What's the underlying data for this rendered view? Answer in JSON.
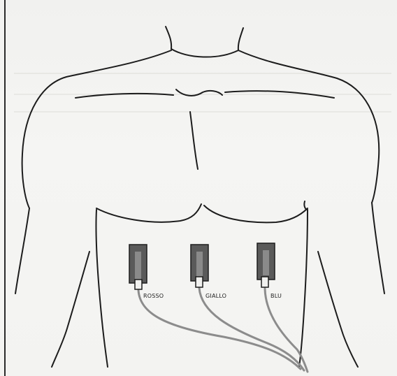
{
  "labels": {
    "red": "ROSSO",
    "yellow": "GIALLO",
    "blue": "BLU"
  },
  "colors": {
    "outline": "#1c1c1c",
    "electrode_body": "#5a5a5a",
    "electrode_highlight": "#8a8a8a",
    "cable": "#8c8c8c",
    "background": "#f3f3f1"
  }
}
